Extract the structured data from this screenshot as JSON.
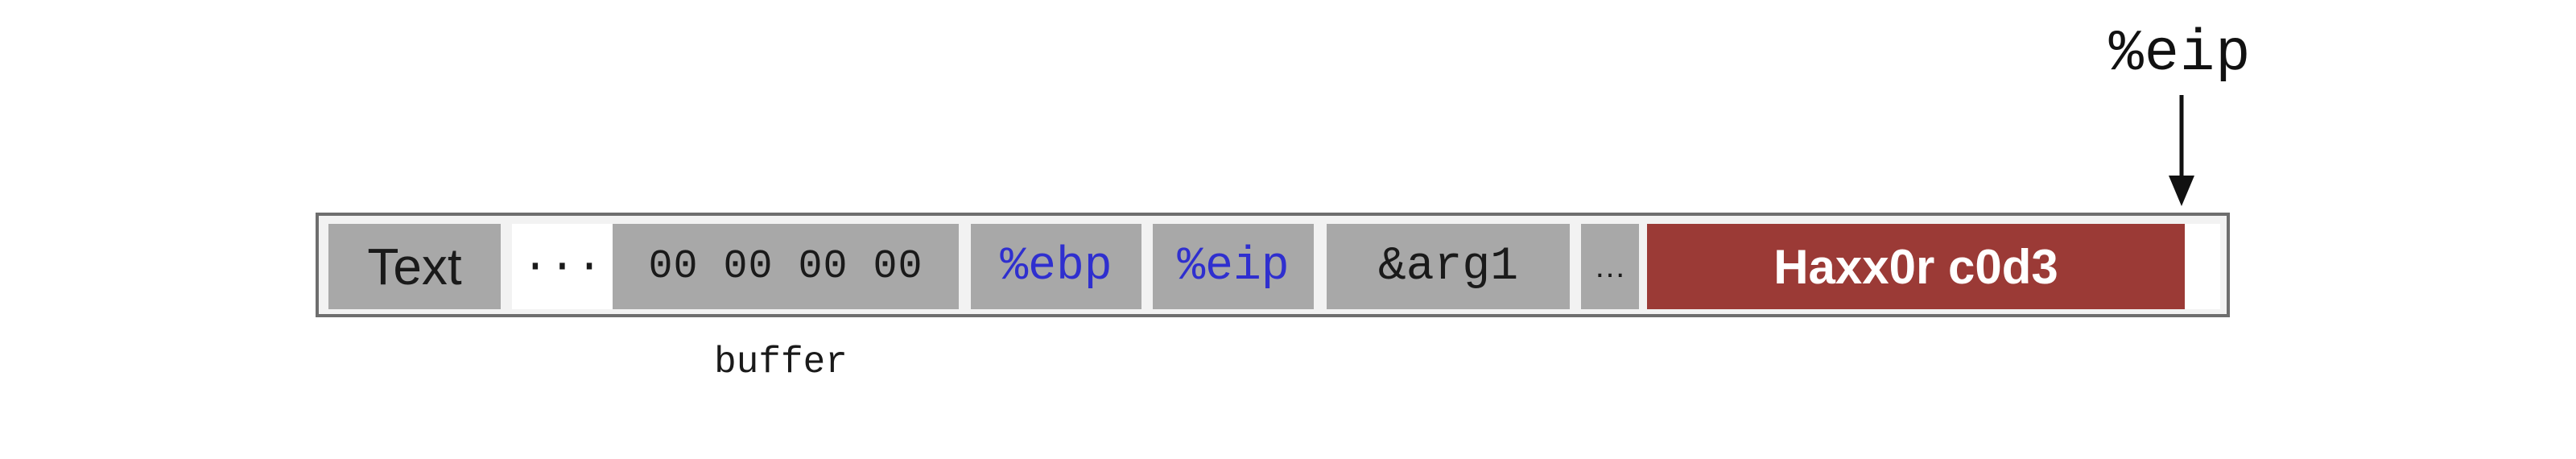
{
  "pointer": {
    "label": "%eip"
  },
  "stack": {
    "cells": [
      {
        "text": "Text"
      },
      {
        "text": "···"
      },
      {
        "text": "00 00 00 00"
      },
      {
        "text": "%ebp"
      },
      {
        "text": "%eip"
      },
      {
        "text": "&arg1"
      },
      {
        "text": "…"
      },
      {
        "text": "Haxx0r c0d3"
      }
    ],
    "buffer_label": "buffer"
  },
  "colors": {
    "cell_gray": "#a8a8a8",
    "register_blue": "#2f2fcf",
    "exploit_red": "#9b3a36",
    "frame_border": "#6e6e6e"
  }
}
